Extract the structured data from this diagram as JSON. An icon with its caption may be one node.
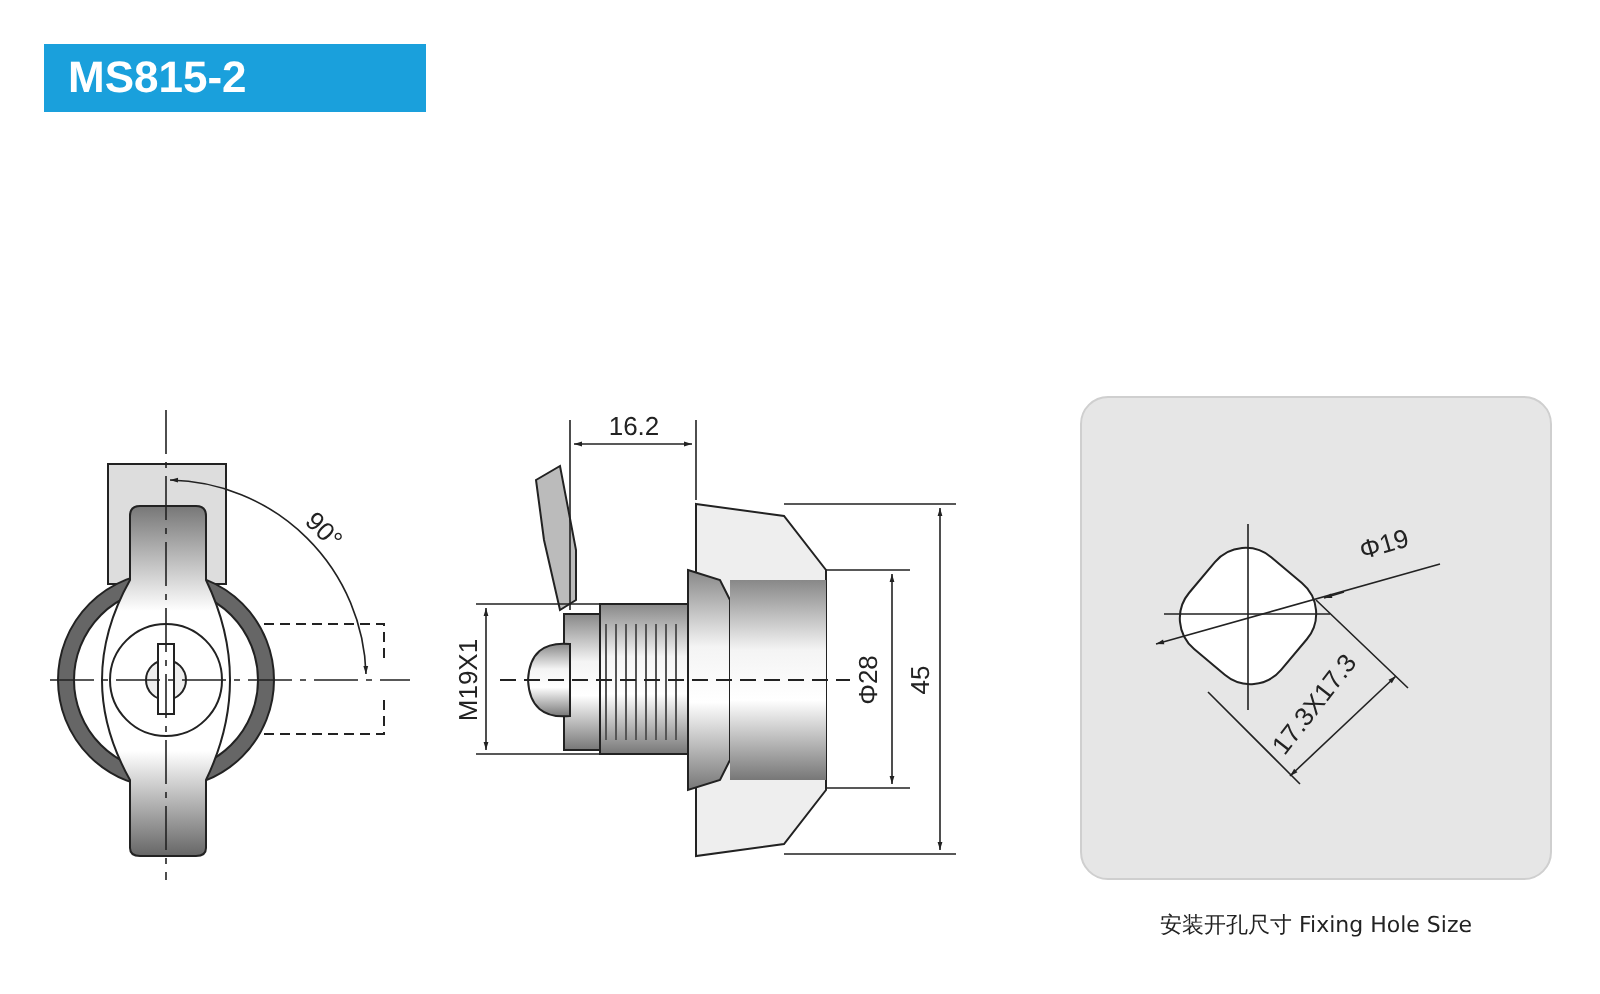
{
  "diagram": {
    "title": "MS815-2",
    "labels": [
      "90°",
      "16.2",
      "M19X1",
      "Φ28",
      "45",
      "Φ19",
      "17.3X17.3"
    ],
    "caption": "安装开孔尺寸 Fixing Hole Size"
  }
}
